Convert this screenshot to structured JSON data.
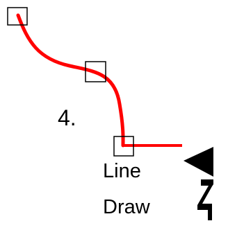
{
  "diagram": {
    "step_number": "4.",
    "labels": {
      "line": "Line",
      "draw": "Draw"
    },
    "colors": {
      "stroke": "#ff0000",
      "handle": "#000000",
      "text": "#000000"
    },
    "icons": {
      "control_point": "square-handle",
      "cursor": "line-draw-cursor-icon"
    }
  }
}
